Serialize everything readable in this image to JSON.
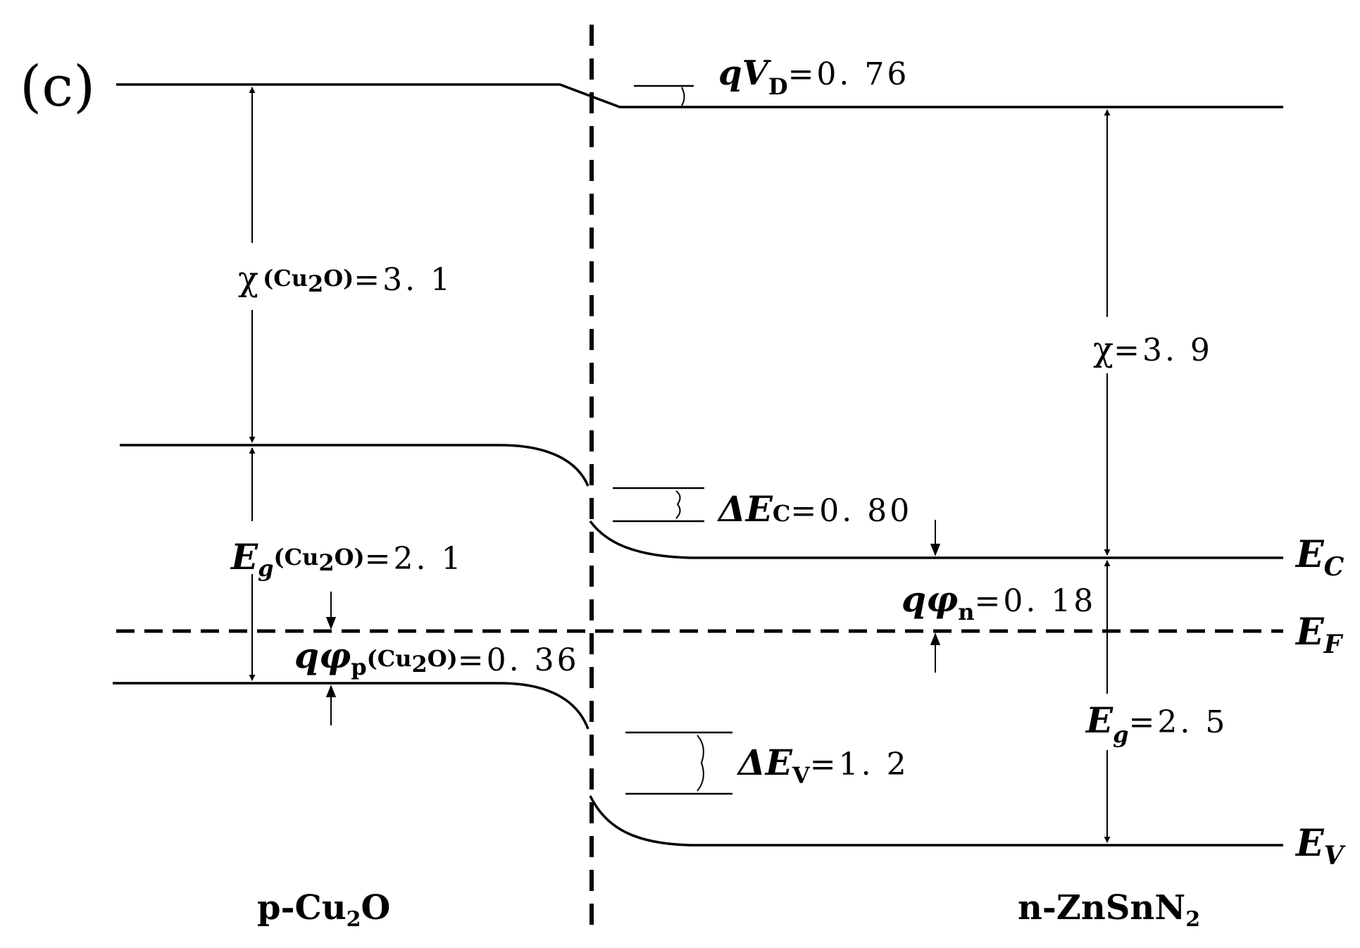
{
  "panel_label": "(c)",
  "left_material": {
    "prefix": "p-Cu",
    "sub": "2",
    "suffix": "O"
  },
  "right_material": {
    "prefix": "n-ZnSnN",
    "sub": "2"
  },
  "levels": {
    "ec": "E",
    "ec_sub": "C",
    "ef": "E",
    "ef_sub": "F",
    "ev": "E",
    "ev_sub": "V"
  },
  "annotations": {
    "qvd": {
      "sym": "qV",
      "sub": "D",
      "value": "=0. 76"
    },
    "chi_left": {
      "sym": "χ",
      "mat": "(Cu",
      "mat_sub": "2",
      "mat_end": "O)",
      "value": "=3. 1"
    },
    "chi_right": {
      "sym": "χ",
      "value": "=3. 9"
    },
    "eg_left": {
      "sym": "E",
      "sym_sub": "g",
      "mat": "(Cu",
      "mat_sub": "2",
      "mat_end": "O)",
      "value": "=2. 1"
    },
    "eg_right": {
      "sym": "E",
      "sym_sub": "g",
      "value": "=2. 5"
    },
    "delta_ec": {
      "sym": "ΔE",
      "sub": "C",
      "value": "=0. 80"
    },
    "delta_ev": {
      "sym": "ΔE",
      "sub": "V",
      "value": "=1. 2"
    },
    "qphi_n": {
      "sym": "qφ",
      "sub": "n",
      "value": "=0. 18"
    },
    "qphi_p": {
      "sym": "qφ",
      "sub": "p",
      "mat": "(Cu",
      "mat_sub": "2",
      "mat_end": "O)",
      "value": "=0. 36"
    }
  }
}
